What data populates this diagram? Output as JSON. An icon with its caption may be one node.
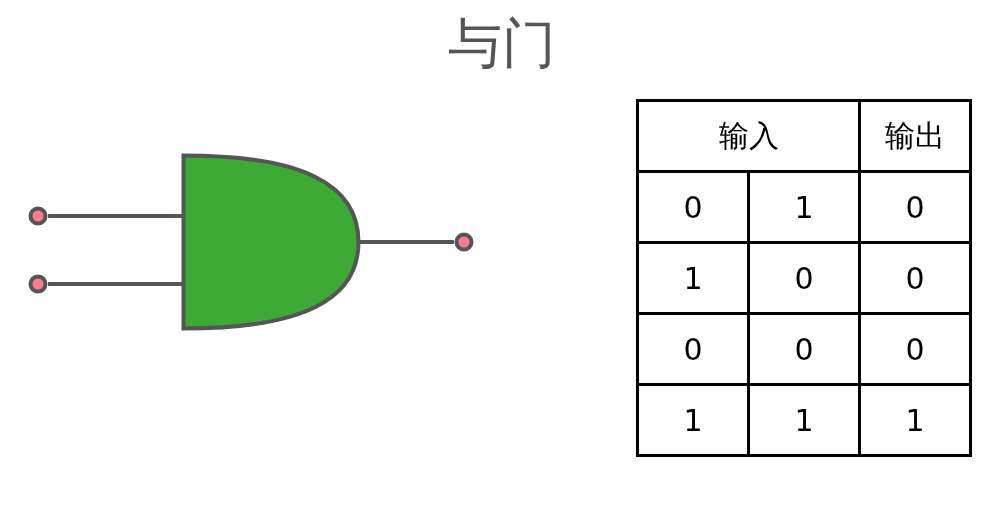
{
  "diagram": {
    "title": "与门",
    "nodes": [
      {
        "text": [],
        "shape": "circle"
      },
      {
        "text": [],
        "shape": "circle"
      },
      {
        "text": [],
        "shape": "gate"
      },
      {
        "text": [],
        "shape": "circle"
      }
    ],
    "edges": [
      {
        "from": 0,
        "to": 2,
        "arrow": "none"
      },
      {
        "from": 1,
        "to": 2,
        "arrow": "none"
      },
      {
        "from": 2,
        "to": 3,
        "arrow": "none"
      }
    ],
    "labels": [
      "输入",
      "输出",
      "0",
      "1",
      "0",
      "1",
      "0",
      "0",
      "0",
      "0",
      "0",
      "1",
      "1",
      "1"
    ]
  }
}
